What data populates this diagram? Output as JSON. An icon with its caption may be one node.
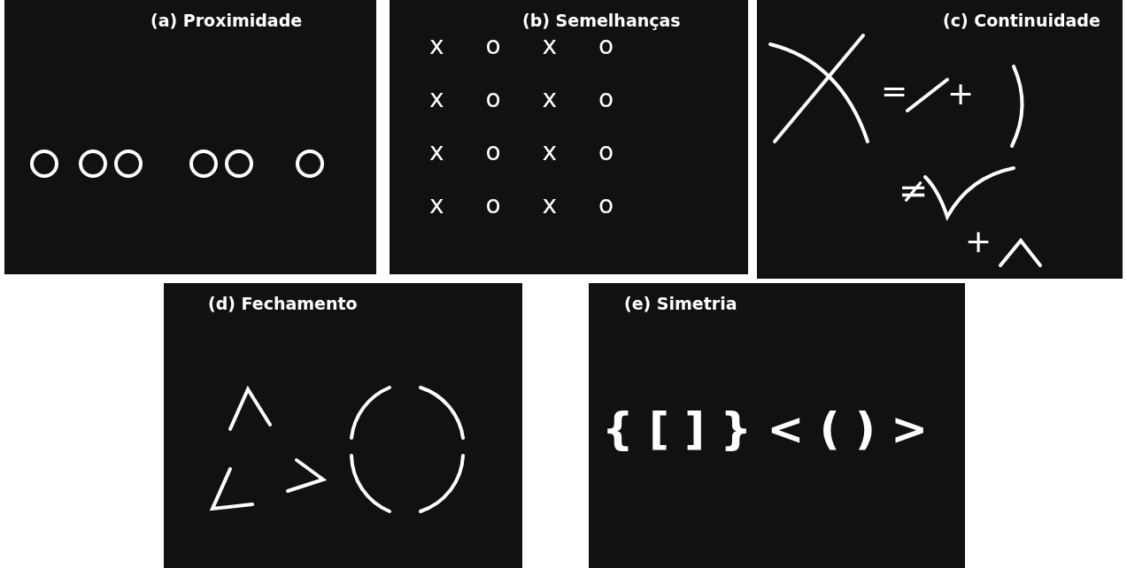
{
  "diagram": {
    "nodes": [
      {
        "text": [
          "(a) Proximidade"
        ]
      },
      {
        "text": [
          "(b) Semelhanças"
        ]
      },
      {
        "text": [
          "(c) Continuidade"
        ]
      },
      {
        "text": [
          "(d) Fechamento"
        ]
      },
      {
        "text": [
          "(e) Simetria"
        ]
      }
    ],
    "labels": [
      "x o x o",
      "x o x o",
      "x o x o",
      "x o x o",
      "=",
      "+",
      "≠",
      "+",
      "{ [ ] } < ( ) >"
    ]
  }
}
